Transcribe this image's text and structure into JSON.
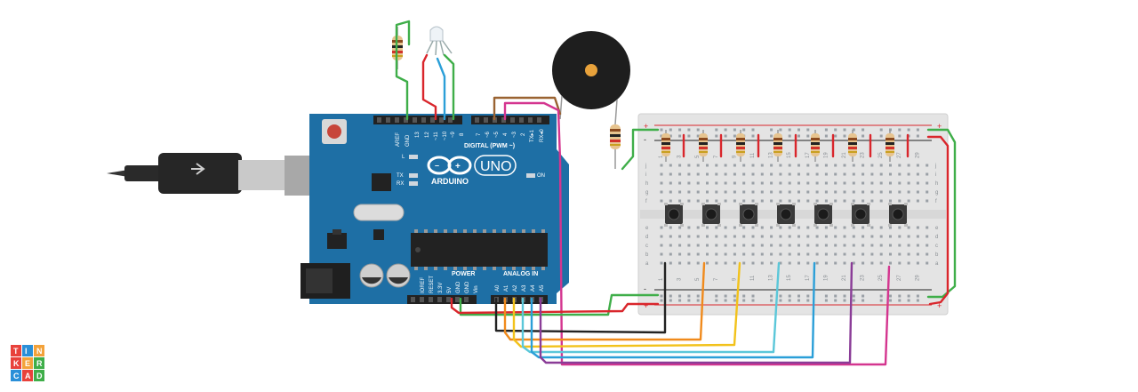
{
  "arduino": {
    "brand": "ARDUINO",
    "model": "UNO",
    "digital_label": "DIGITAL (PWM ~)",
    "power_label": "POWER",
    "analog_label": "ANALOG IN",
    "on_label": "ON",
    "led_l": "L",
    "led_tx": "TX",
    "led_rx": "RX",
    "aref": "AREF",
    "gnd": "GND",
    "d13": "13",
    "d12": "12",
    "d11": "~11",
    "d10": "~10",
    "d9": "~9",
    "d8": "8",
    "d7": "7",
    "d6": "~6",
    "d5": "~5",
    "d4": "4",
    "d3": "~3",
    "d2": "2",
    "d1": "TX▸1",
    "d0": "RX◂0",
    "p_ioref": "IOREF",
    "p_reset": "RESET",
    "p_3v3": "3.3V",
    "p_5v": "5V",
    "p_gnd1": "GND",
    "p_gnd2": "GND",
    "p_vin": "Vin",
    "a0": "A0",
    "a1": "A1",
    "a2": "A2",
    "a3": "A3",
    "a4": "A4",
    "a5": "A5"
  },
  "breadboard": {
    "plus": "+",
    "minus": "-",
    "rows_top": [
      "j",
      "i",
      "h",
      "g",
      "f"
    ],
    "rows_bottom": [
      "e",
      "d",
      "c",
      "b",
      "a"
    ],
    "col_numbers": [
      "1",
      "3",
      "5",
      "7",
      "9",
      "11",
      "13",
      "15",
      "17",
      "19",
      "21",
      "23",
      "25",
      "27",
      "29"
    ]
  },
  "logo": {
    "letters": [
      "T",
      "I",
      "N",
      "K",
      "E",
      "R",
      "C",
      "A",
      "D"
    ]
  },
  "colors": {
    "board": "#1e6fa5",
    "wire_green": "#3fae49",
    "wire_red": "#d9262c",
    "wire_blue": "#2b9fd8",
    "wire_brown": "#9a6332",
    "wire_magenta": "#d4358f",
    "wire_black": "#222222",
    "wire_orange": "#f08a1c",
    "wire_yellow": "#f2c21b",
    "wire_cyan": "#5bc7d9",
    "wire_purple": "#8a3c97"
  },
  "icons": [
    "usb-symbol-icon",
    "arduino-infinity-icon"
  ]
}
